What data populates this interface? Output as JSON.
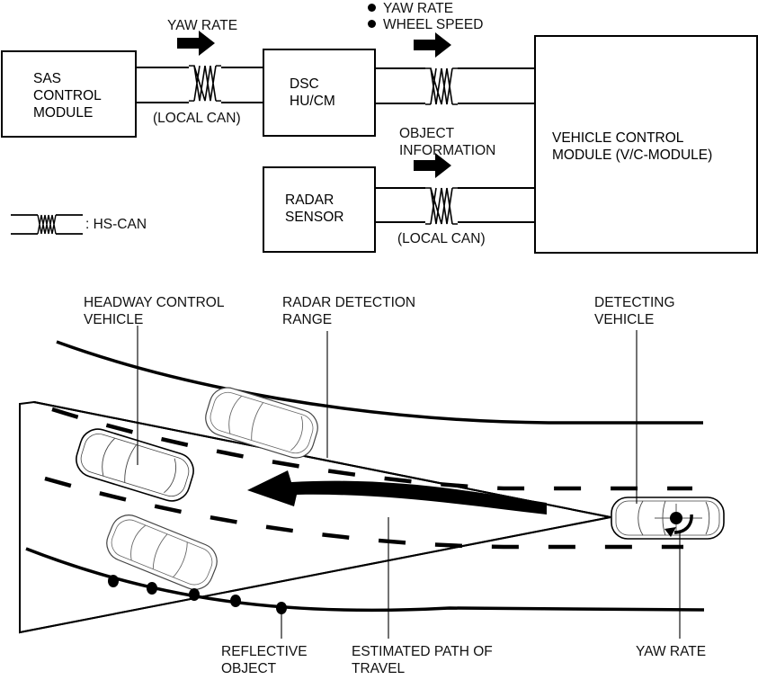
{
  "block_diagram": {
    "modules": {
      "sas": "SAS\nCONTROL\nMODULE",
      "dsc": "DSC\nHU/CM",
      "radar": "RADAR\nSENSOR",
      "vcm": "VEHICLE CONTROL\nMODULE (V/C-MODULE)"
    },
    "signals": {
      "sas_to_dsc": "YAW RATE",
      "dsc_to_vcm": [
        "YAW RATE",
        "WHEEL SPEED"
      ],
      "radar_to_vcm": "OBJECT\nINFORMATION"
    },
    "bus_labels": {
      "sas_dsc": "(LOCAL CAN)",
      "radar_vcm": "(LOCAL CAN)"
    },
    "legend": {
      "symbol": "twisted-pair-icon",
      "label": ": HS-CAN"
    }
  },
  "road_diagram": {
    "callouts": {
      "headway_vehicle": "HEADWAY CONTROL\nVEHICLE",
      "radar_range": "RADAR DETECTION\nRANGE",
      "detecting_vehicle": "DETECTING\nVEHICLE",
      "reflective_object": "REFLECTIVE\nOBJECT",
      "estimated_path": "ESTIMATED PATH OF\nTRAVEL",
      "yaw_rate": "YAW RATE"
    },
    "reflective_object_count": 5
  }
}
